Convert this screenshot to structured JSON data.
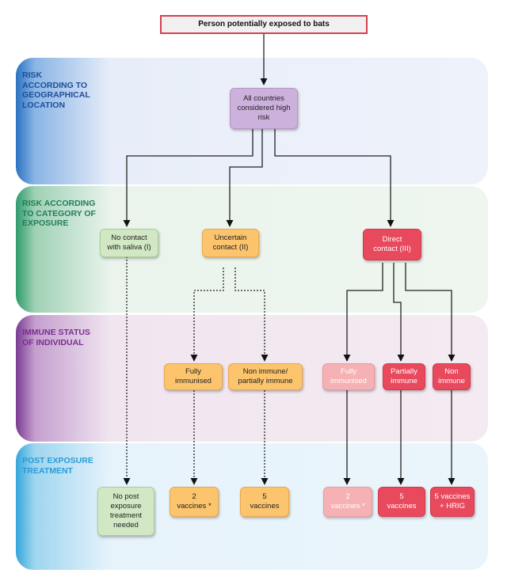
{
  "diagram": {
    "start": "Person potentially exposed to bats",
    "bands": [
      {
        "label": "RISK\nACCORDING TO\nGEOGRAPHICAL\nLOCATION"
      },
      {
        "label": "RISK ACCORDING\nTO CATEGORY OF\nEXPOSURE"
      },
      {
        "label": "IMMUNE STATUS\nOF INDIVIDUAL"
      },
      {
        "label": "POST EXPOSURE\nTREATMENT"
      }
    ],
    "nodes": {
      "all_countries": "All countries\nconsidered high\nrisk",
      "no_contact": "No contact\nwith saliva (I)",
      "uncertain": "Uncertain\ncontact (II)",
      "direct": "Direct\ncontact (III)",
      "fully_immunised_1": "Fully\nimmunised",
      "non_immune_partial": "Non immune/\npartially immune",
      "fully_immunised_2": "Fully\nimmunised",
      "partially_immune": "Partially\nimmune",
      "non_immune": "Non\nimmune",
      "no_post_exposure": "No post\nexposure\ntreatment\nneeded",
      "two_vaccines_1": "2\nvaccines *",
      "five_vaccines_1": "5\nvaccines",
      "two_vaccines_2": "2\nvaccines *",
      "five_vaccines_2": "5\nvaccines",
      "five_vaccines_hrig": "5 vaccines\n+ HRIG"
    },
    "colors": {
      "start_border": "#d6414f",
      "geography": "#cdb1dd",
      "no_contact": "#d2e8c4",
      "uncertain": "#fcc46d",
      "direct": "#e9495d",
      "faded": "#f5b1b4"
    }
  }
}
